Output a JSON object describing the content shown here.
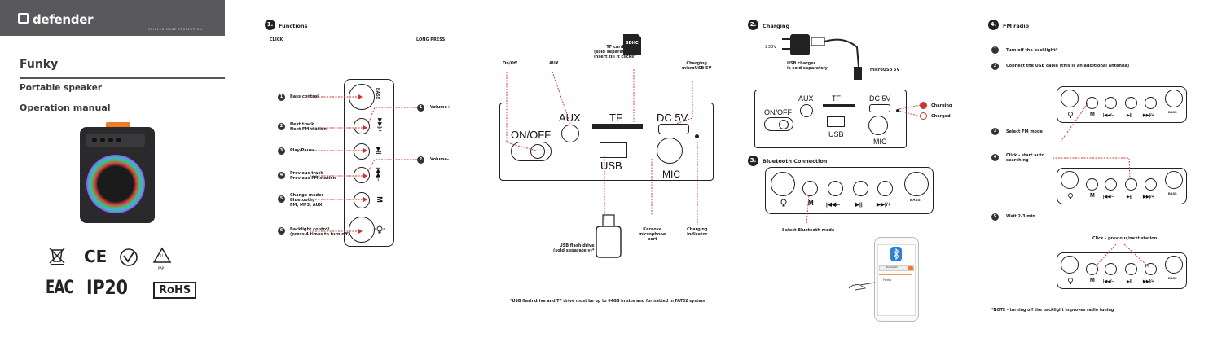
{
  "brand": {
    "logo": "defender",
    "tagline": "TRIPLES MAKE PERFECTION"
  },
  "product": {
    "name": "Funky",
    "type": "Portable speaker",
    "doc": "Operation manual"
  },
  "certs": {
    "ce": "CE",
    "pap_num": "21",
    "pap": "PAP",
    "eac": "EAC",
    "ip": "IP20",
    "rohs": "RoHS"
  },
  "functions": {
    "num": "1.",
    "title": "Functions",
    "click": "CLICK",
    "long_press": "LONG PRESS",
    "items": [
      {
        "n": "1",
        "label": "Bass control"
      },
      {
        "n": "2",
        "label": "Next track\nNext FM station"
      },
      {
        "n": "3",
        "label": "Play/Pause"
      },
      {
        "n": "4",
        "label": "Previous track\nPrevious FM station"
      },
      {
        "n": "5",
        "label": "Change mode:\nBluetooth,\nFM, MP3, AUX"
      },
      {
        "n": "6",
        "label": "Backlight control\n(press 4 times to turn off)"
      }
    ],
    "long": [
      {
        "n": "1",
        "label": "Volume+"
      },
      {
        "n": "2",
        "label": "Volume-"
      }
    ],
    "panel_labels": {
      "bass": "BASS",
      "next": "▶▶|/+",
      "play": "▶||",
      "prev": "|◀◀/–",
      "mode": "M"
    }
  },
  "ports": {
    "on_off": "On/Off",
    "aux": "AUX",
    "tf_card": "TF card\n(sold separately) -\ninsert till it clicks*",
    "charging_port": "Charging\nmicroUSB 5V",
    "panel": {
      "on_off": "ON/OFF",
      "aux": "AUX",
      "tf": "TF",
      "dc": "DC 5V",
      "usb": "USB",
      "mic": "MIC"
    },
    "usb_flash": "USB flash drive\n(sold separately)*",
    "karaoke": "Karaoke\nmicrophone\nport",
    "charging_ind": "Charging\nindicator",
    "note": "*USB flash drive and TF drive must be up to 64GB in size and formatted in FAT32 system",
    "sdcard": "SDHC"
  },
  "charging": {
    "num": "2.",
    "title": "Charging",
    "volt": "230V",
    "charger": "USB charger\nis sold separately",
    "microusb": "microUSB 5V",
    "charged_red": "Charging",
    "charged": "Charged",
    "panel": {
      "on_off": "ON/OFF",
      "aux": "AUX",
      "tf": "TF",
      "dc": "DC 5V",
      "usb": "USB",
      "mic": "MIC"
    }
  },
  "bluetooth": {
    "num": "3.",
    "title": "Bluetooth Connection",
    "select": "Select Bluetooth mode",
    "panel": {
      "mode": "M",
      "prev": "|◀◀/–",
      "play": "▶||",
      "next": "▶▶|/+",
      "bass": "BASS"
    },
    "phone": {
      "bt": "Bluetooth",
      "device": "Funky"
    }
  },
  "fm": {
    "num": "4.",
    "title": "FM radio",
    "steps": [
      {
        "n": "1",
        "label": "Turn off the backlight*"
      },
      {
        "n": "2",
        "label": "Connect the USB cable (this is an additional antenna)"
      },
      {
        "n": "3",
        "label": "Select FM mode"
      },
      {
        "n": "4",
        "label": "Click - start auto\nsearching"
      },
      {
        "n": "5",
        "label": "Wait 2-3 min"
      }
    ],
    "click_next": "Click - previous/next station",
    "panel": {
      "mode": "M",
      "prev": "|◀◀/–",
      "play": "▶||",
      "next": "▶▶|/+",
      "bass": "BASS"
    },
    "note": "*NOTE - turning off the backlight improves radio tuning"
  }
}
